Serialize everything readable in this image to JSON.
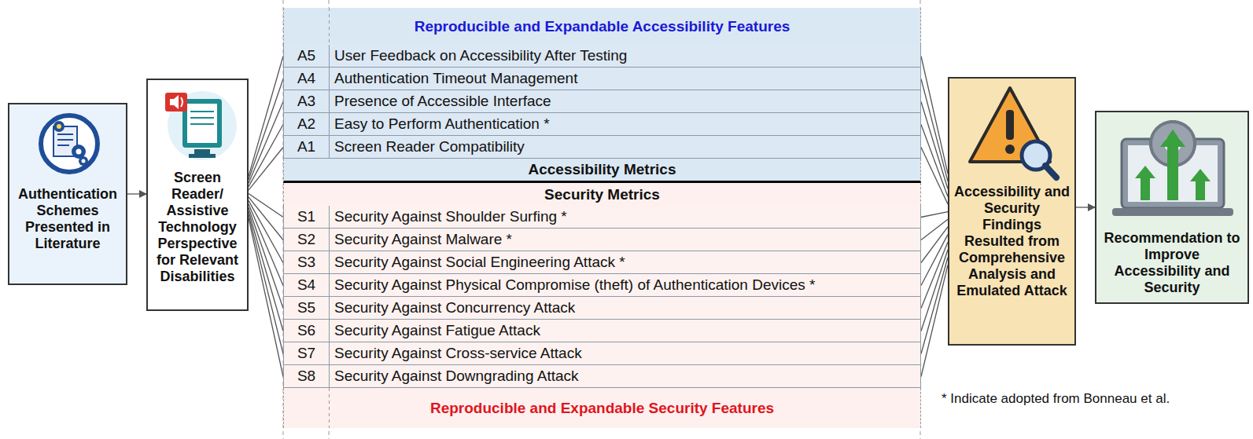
{
  "diagram": {
    "nodes": [
      {
        "text": [
          "Authentication Schemes Presented in Literature"
        ]
      },
      {
        "text": [
          "Screen Reader/ Assistive Technology Perspective for Relevant Disabilities"
        ]
      },
      {
        "text": [
          "Reproducible and Expandable Accessibility Features"
        ]
      },
      {
        "text": [
          "A5",
          "User Feedback on Accessibility After Testing"
        ]
      },
      {
        "text": [
          "A4",
          "Authentication Timeout Management"
        ]
      },
      {
        "text": [
          "A3",
          "Presence of Accessible Interface"
        ]
      },
      {
        "text": [
          "A2",
          "Easy to Perform Authentication *"
        ]
      },
      {
        "text": [
          "A1",
          "Screen Reader Compatibility"
        ]
      },
      {
        "text": [
          "Accessibility Metrics"
        ]
      },
      {
        "text": [
          "Security Metrics"
        ]
      },
      {
        "text": [
          "S1",
          "Security Against Shoulder Surfing *"
        ]
      },
      {
        "text": [
          "S2",
          "Security Against Malware *"
        ]
      },
      {
        "text": [
          "S3",
          "Security Against Social Engineering Attack *"
        ]
      },
      {
        "text": [
          "S4",
          "Security Against Physical Compromise (theft) of Authentication Devices *"
        ]
      },
      {
        "text": [
          "S5",
          "Security Against Concurrency Attack"
        ]
      },
      {
        "text": [
          "S6",
          "Security Against Fatigue Attack"
        ]
      },
      {
        "text": [
          "S7",
          "Security Against Cross-service Attack"
        ]
      },
      {
        "text": [
          "S8",
          "Security Against Downgrading Attack"
        ]
      },
      {
        "text": [
          "Reproducible and Expandable Security Features"
        ]
      },
      {
        "text": [
          "Accessibility and Security Findings Resulted from Comprehensive Analysis and Emulated Attack"
        ]
      },
      {
        "text": [
          "Recommendation to Improve Accessibility and Security"
        ]
      }
    ],
    "edges": [
      {
        "from": 0,
        "to": 1,
        "arrow": "to"
      },
      {
        "from": 1,
        "to": 3,
        "arrow": "none"
      },
      {
        "from": 1,
        "to": 4,
        "arrow": "none"
      },
      {
        "from": 1,
        "to": 5,
        "arrow": "none"
      },
      {
        "from": 1,
        "to": 6,
        "arrow": "none"
      },
      {
        "from": 1,
        "to": 7,
        "arrow": "none"
      },
      {
        "from": 1,
        "to": 10,
        "arrow": "none"
      },
      {
        "from": 1,
        "to": 11,
        "arrow": "none"
      },
      {
        "from": 1,
        "to": 12,
        "arrow": "none"
      },
      {
        "from": 1,
        "to": 13,
        "arrow": "none"
      },
      {
        "from": 1,
        "to": 14,
        "arrow": "none"
      },
      {
        "from": 1,
        "to": 15,
        "arrow": "none"
      },
      {
        "from": 1,
        "to": 16,
        "arrow": "none"
      },
      {
        "from": 1,
        "to": 17,
        "arrow": "none"
      },
      {
        "from": 3,
        "to": 19,
        "arrow": "none"
      },
      {
        "from": 4,
        "to": 19,
        "arrow": "none"
      },
      {
        "from": 5,
        "to": 19,
        "arrow": "none"
      },
      {
        "from": 6,
        "to": 19,
        "arrow": "none"
      },
      {
        "from": 7,
        "to": 19,
        "arrow": "none"
      },
      {
        "from": 10,
        "to": 19,
        "arrow": "none"
      },
      {
        "from": 11,
        "to": 19,
        "arrow": "none"
      },
      {
        "from": 12,
        "to": 19,
        "arrow": "none"
      },
      {
        "from": 13,
        "to": 19,
        "arrow": "none"
      },
      {
        "from": 14,
        "to": 19,
        "arrow": "none"
      },
      {
        "from": 15,
        "to": 19,
        "arrow": "none"
      },
      {
        "from": 16,
        "to": 19,
        "arrow": "none"
      },
      {
        "from": 17,
        "to": 19,
        "arrow": "none"
      },
      {
        "from": 19,
        "to": 20,
        "arrow": "to"
      }
    ],
    "labels": [
      "* Indicate adopted from Bonneau et al."
    ]
  }
}
